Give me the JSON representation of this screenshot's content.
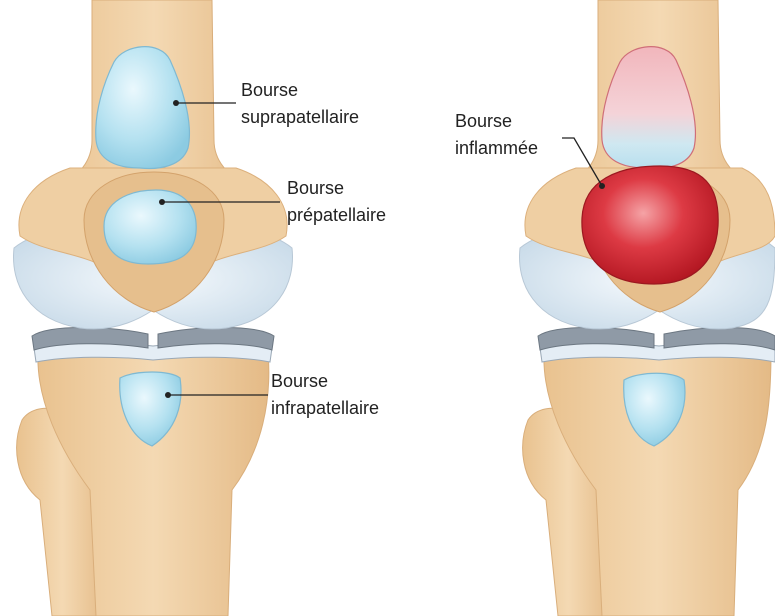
{
  "labels": {
    "suprapatellar": {
      "line1": "Bourse",
      "line2": "suprapatellaire"
    },
    "prepatellar": {
      "line1": "Bourse",
      "line2": "prépatellaire"
    },
    "infrapatellar": {
      "line1": "Bourse",
      "line2": "infrapatellaire"
    },
    "inflamed": {
      "line1": "Bourse",
      "line2": "inflammée"
    }
  },
  "colors": {
    "bone": "#efcfa3",
    "bone_shade": "#e6bf8d",
    "bone_light": "#f6e0c0",
    "cartilage": "#dfeaf4",
    "meniscus": "#8f9aa6",
    "bursa": "#9fd6ea",
    "bursa_outline": "#7fb9d2",
    "inflamed": "#cc2d38",
    "inflamed_dark": "#a9141f",
    "label_line": "#222222"
  }
}
